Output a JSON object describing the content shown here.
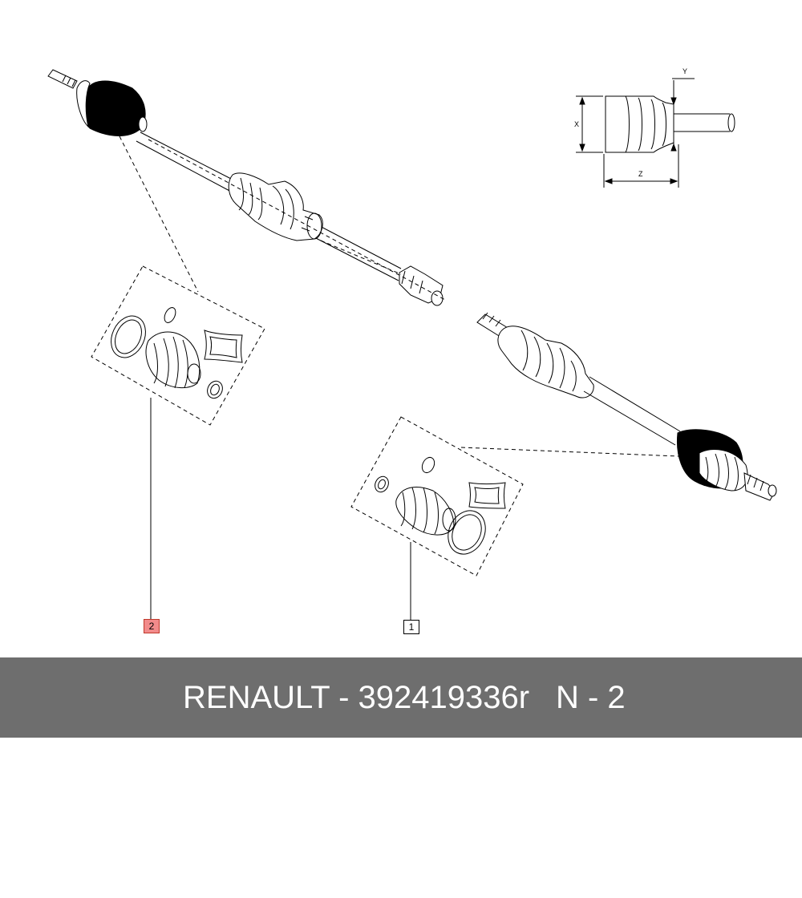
{
  "callouts": {
    "left_kit": "2",
    "right_kit": "1"
  },
  "dimension_labels": {
    "x": "X",
    "y": "Y",
    "z": "Z"
  },
  "footer": {
    "part_text": "RENAULT - 392419336r",
    "position_text": "N - 2"
  },
  "colors": {
    "highlight": "#f28b8b",
    "footer_bg": "#6e6e6e",
    "footer_text": "#ffffff",
    "line": "#000000"
  },
  "icons": [
    "drive-shaft-left",
    "drive-shaft-right",
    "cv-boot-kit",
    "boot-dimension-detail"
  ]
}
